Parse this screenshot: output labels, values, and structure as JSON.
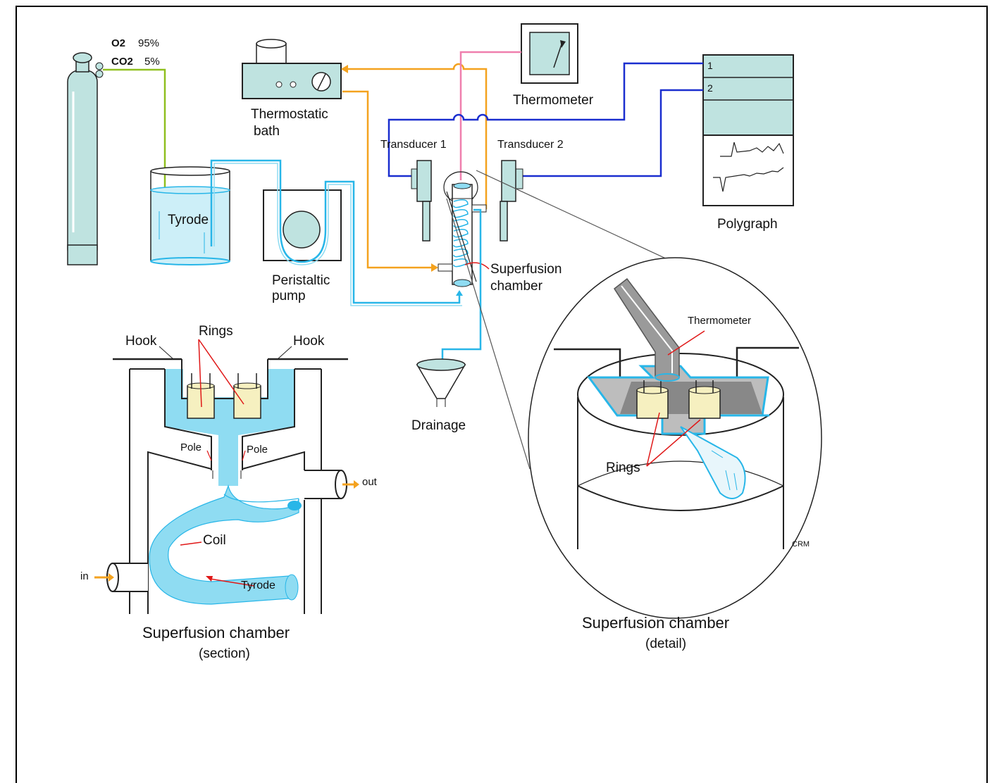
{
  "gas": {
    "o2": "O2",
    "o2_pct": "95%",
    "co2": "CO2",
    "co2_pct": "5%"
  },
  "labels": {
    "thermostatic_bath_1": "Thermostatic",
    "thermostatic_bath_2": "bath",
    "thermometer": "Thermometer",
    "transducer_1": "Transducer 1",
    "transducer_2": "Transducer 2",
    "channel_1": "1",
    "channel_2": "2",
    "polygraph": "Polygraph",
    "tyrode": "Tyrode",
    "peristaltic_1": "Peristaltic",
    "peristaltic_2": "pump",
    "superfusion_1": "Superfusion",
    "superfusion_2": "chamber",
    "drainage": "Drainage"
  },
  "section": {
    "hook_left": "Hook",
    "rings": "Rings",
    "hook_right": "Hook",
    "pole_left": "Pole",
    "pole_right": "Pole",
    "out": "out",
    "coil": "Coil",
    "in": "in",
    "tyrode": "Tyrode",
    "title": "Superfusion chamber",
    "subtitle": "(section)"
  },
  "detail": {
    "thermometer": "Thermometer",
    "rings": "Rings",
    "signature": "CRM",
    "title": "Superfusion chamber",
    "subtitle": "(detail)"
  },
  "colors": {
    "orange": "#f4a21e",
    "blue": "#1a2ecf",
    "pink": "#ef7fae",
    "cyan": "#28b6e8",
    "green": "#8fbf1f",
    "red": "#e01818",
    "equipment": "#bfe3e0",
    "liquid": "#8fdcf2",
    "ring": "#f6f0c0"
  }
}
